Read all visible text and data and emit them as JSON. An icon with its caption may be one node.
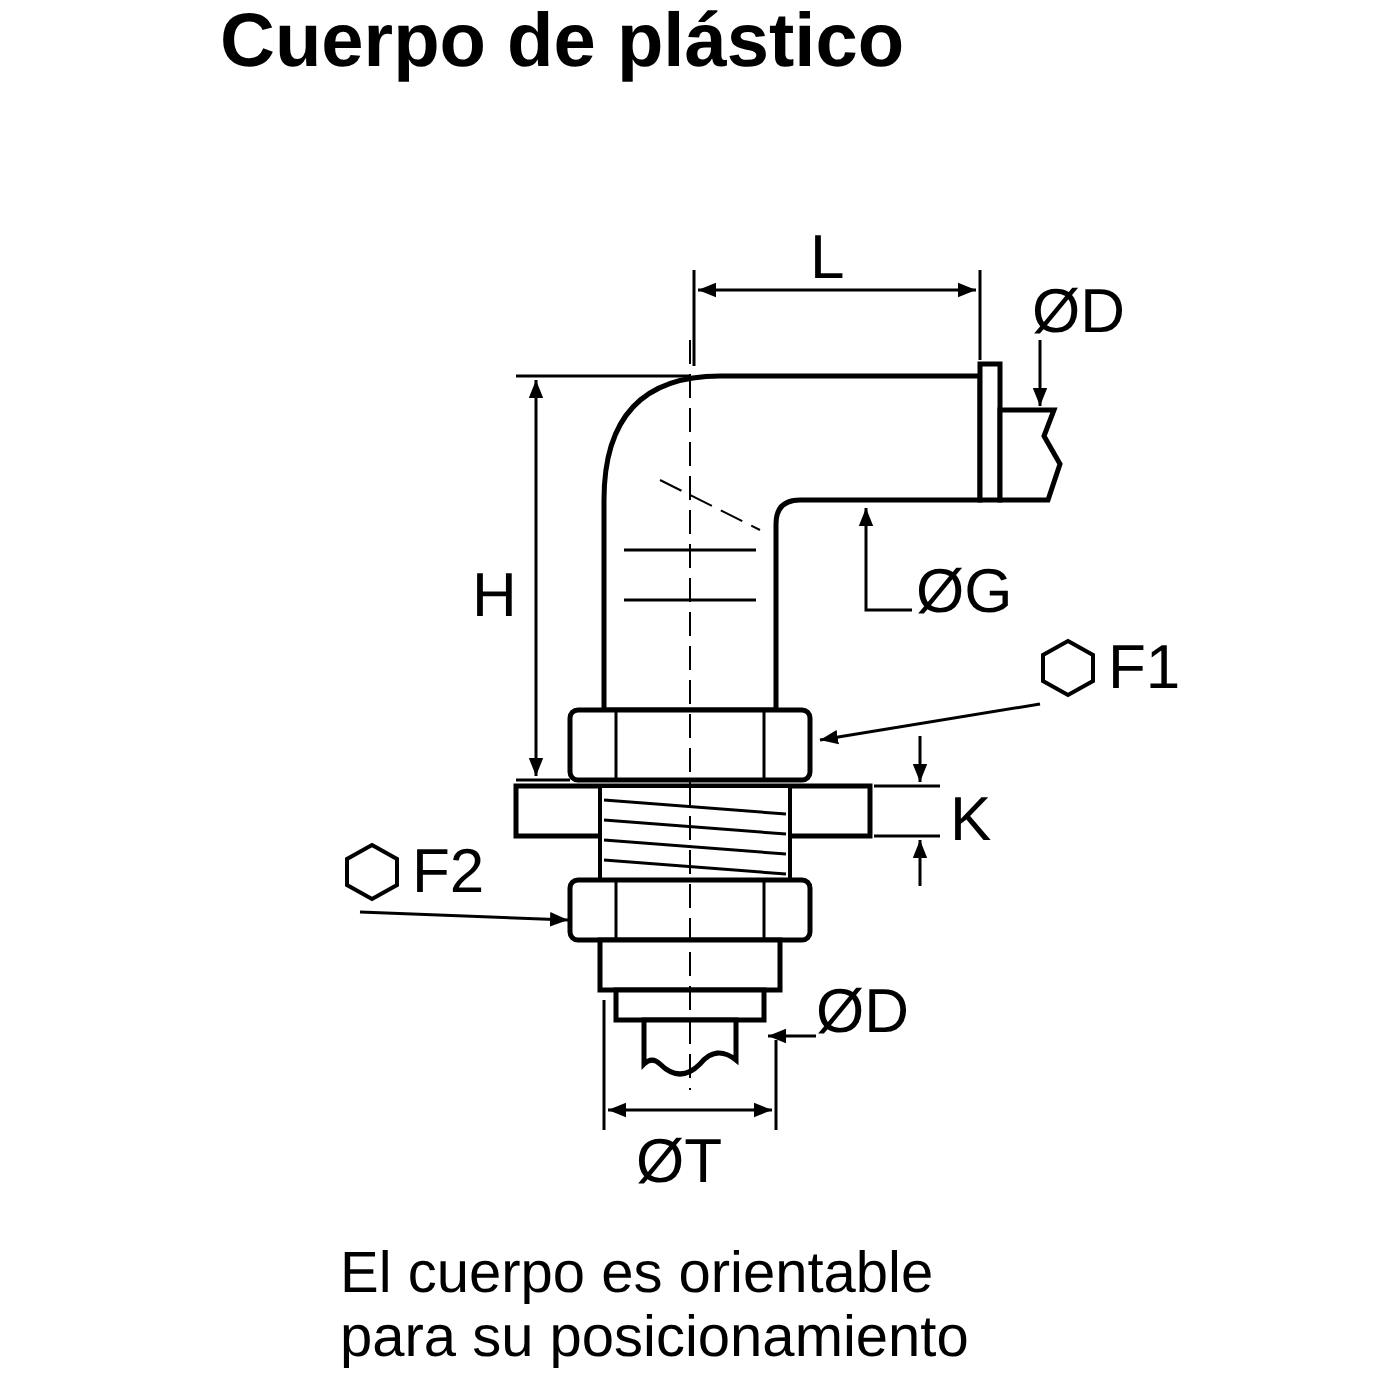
{
  "diagram": {
    "title": "Cuerpo de plástico",
    "caption": "El cuerpo es orientable para su posicionamiento",
    "nodes": [
      {
        "text": [
          "ØD"
        ]
      },
      {
        "text": [
          "ØG"
        ]
      },
      {
        "text": [
          "F1"
        ]
      },
      {
        "text": [
          "F2"
        ]
      },
      {
        "text": [
          "ØD"
        ]
      }
    ],
    "edges": [
      {
        "from": 0,
        "to": null,
        "arrow": "to"
      },
      {
        "from": 1,
        "to": null,
        "arrow": "to"
      },
      {
        "from": 2,
        "to": null,
        "arrow": "to"
      },
      {
        "from": 3,
        "to": null,
        "arrow": "to"
      },
      {
        "from": 4,
        "to": null,
        "arrow": "to"
      }
    ],
    "labels": [
      "L",
      "H",
      "K",
      "ØT"
    ]
  }
}
